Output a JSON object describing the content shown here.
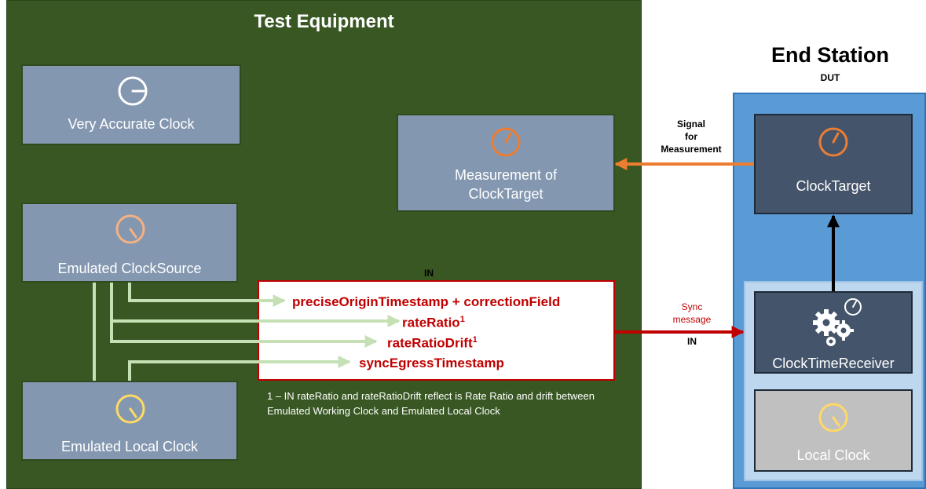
{
  "test_equipment": {
    "title": "Test Equipment"
  },
  "boxes": {
    "very_accurate_clock": "Very Accurate Clock",
    "measurement_line1": "Measurement of",
    "measurement_line2": "ClockTarget",
    "emulated_clocksource": "Emulated ClockSource",
    "emulated_local_clock": "Emulated Local Clock"
  },
  "message": {
    "in_label": "IN",
    "fields": {
      "f1": "preciseOriginTimestamp + correctionField",
      "f2": "rateRatio",
      "f3": "rateRatioDrift",
      "f4": "syncEgressTimestamp",
      "sup": "1"
    },
    "footnote": "1 – IN rateRatio and rateRatioDrift reflect is Rate Ratio and drift between Emulated Working Clock and Emulated Local Clock"
  },
  "end_station": {
    "title": "End Station",
    "subtitle": "DUT",
    "clock_target": "ClockTarget",
    "clock_time_receiver": "ClockTimeReceiver",
    "local_clock": "Local Clock"
  },
  "arrows": {
    "signal_line1": "Signal",
    "signal_line2": "for",
    "signal_line3": "Measurement",
    "sync_line1": "Sync",
    "sync_line2": "message",
    "sync_in": "IN"
  },
  "colors": {
    "background_green": "#385723",
    "box_slate": "#8497b0",
    "box_dark": "#44546a",
    "end_station_blue": "#5b9bd5",
    "message_red": "#c00000",
    "signal_orange": "#ed7d31",
    "connector_light_green": "#c5e0b4"
  },
  "icons": [
    "white-clock-icon",
    "orange-clock-icon",
    "peach-clock-icon",
    "yellow-clock-icon",
    "gears-icon"
  ]
}
